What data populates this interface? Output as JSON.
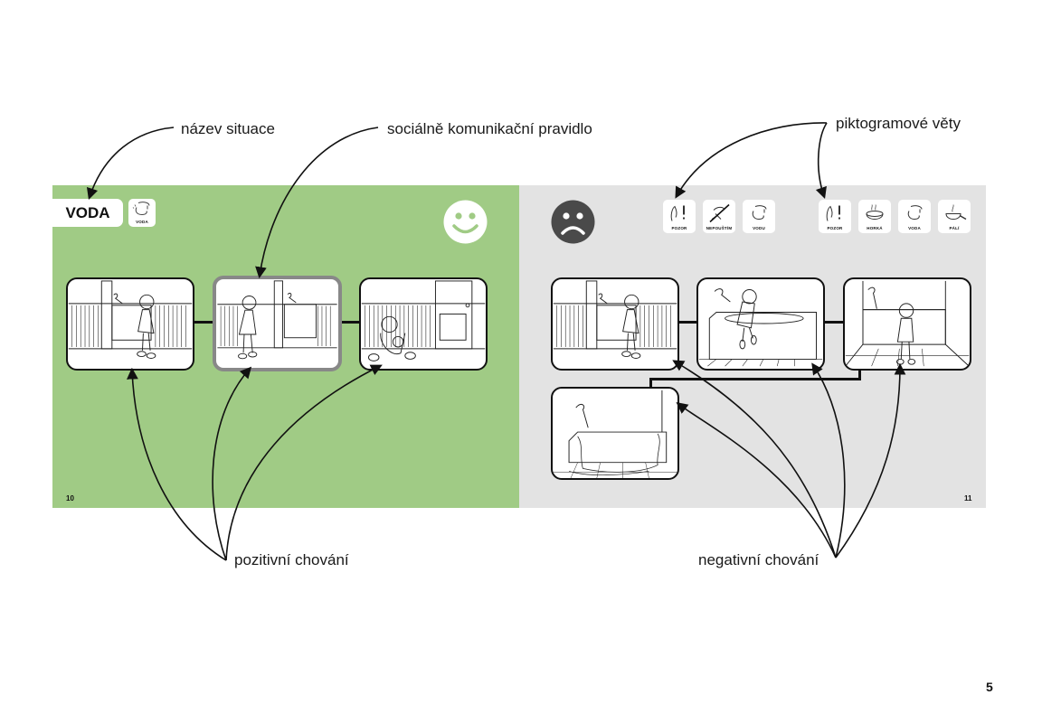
{
  "annotations": {
    "situation_name": "název situace",
    "social_rule": "sociálně komunikační pravidlo",
    "pictogram_sentences": "piktogramové věty",
    "positive_behavior": "pozitivní chování",
    "negative_behavior": "negativní chování"
  },
  "left_page": {
    "title": "VODA",
    "title_pictogram": {
      "icon": "water-tap-icon",
      "label": "VODA"
    },
    "mood_icon": "smiley-happy-icon",
    "page_number": "10",
    "background_color": "#a0cb85",
    "scenes": [
      {
        "description": "child looks at bathroom tap from doorway"
      },
      {
        "description": "child walks away from bathroom (rule)",
        "highlighted": true
      },
      {
        "description": "child plays with teddy bear"
      }
    ]
  },
  "right_page": {
    "mood_icon": "smiley-sad-icon",
    "page_number": "11",
    "background_color": "#e3e3e3",
    "pictogram_sentences": [
      [
        {
          "icon": "caution-hand-icon",
          "label": "POZOR"
        },
        {
          "icon": "do-not-turn-on-icon",
          "label": "NEPOUŠTÍM"
        },
        {
          "icon": "water-tap-icon",
          "label": "VODU"
        }
      ],
      [
        {
          "icon": "caution-hand-icon",
          "label": "POZOR"
        },
        {
          "icon": "hot-pot-icon",
          "label": "HORKÁ"
        },
        {
          "icon": "water-tap-icon",
          "label": "VODA"
        },
        {
          "icon": "burning-bowl-icon",
          "label": "PÁLÍ"
        }
      ]
    ],
    "scenes": [
      {
        "description": "child looks at bathroom tap from doorway"
      },
      {
        "description": "child climbs into bathtub reaching for tap"
      },
      {
        "description": "child stands by running bathtub"
      },
      {
        "description": "bathtub overflowing onto floor"
      }
    ]
  },
  "document_page_number": "5"
}
